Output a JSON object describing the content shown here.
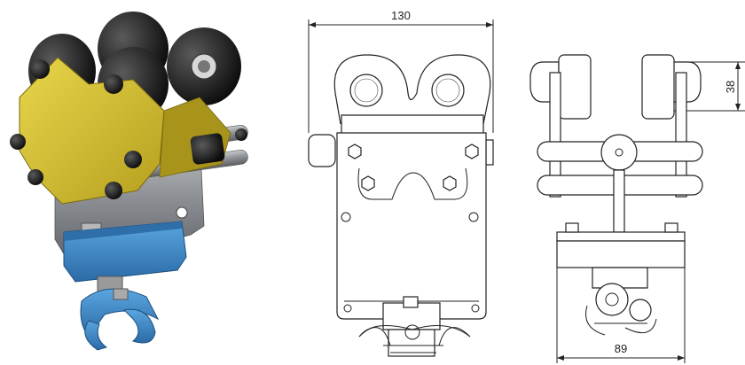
{
  "drawing": {
    "dimensions": {
      "front_width": "130",
      "side_height": "38",
      "side_width": "89"
    }
  },
  "colors": {
    "plate_yellow": "#d9c436",
    "wheel_black": "#1a1a1a",
    "steel_grey": "#8a8d91",
    "body_blue": "#3f88c5",
    "line": "#222222"
  },
  "icons": [
    "trolley-render",
    "front-view-drawing",
    "side-view-drawing"
  ]
}
